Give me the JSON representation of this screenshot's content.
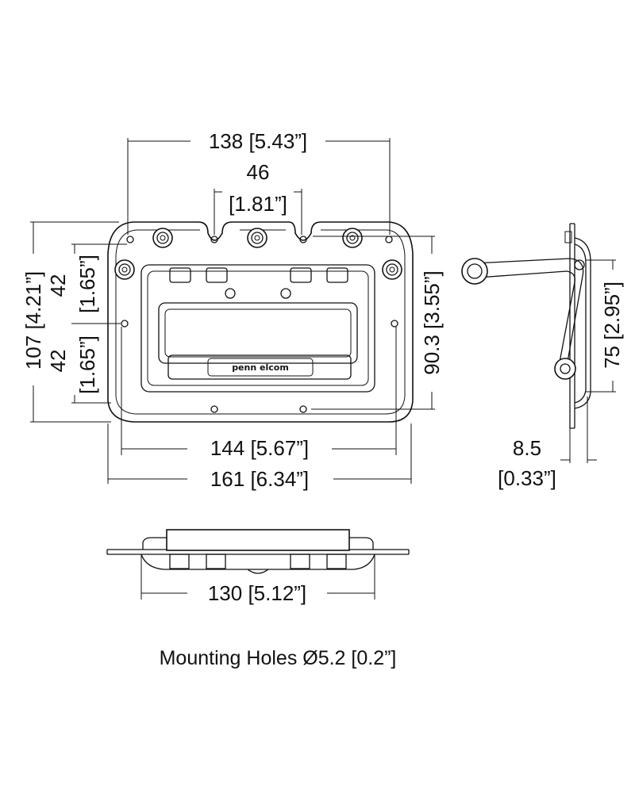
{
  "dimensions": {
    "top_width": "138 [5.43”]",
    "center_spacing_value": "46",
    "center_spacing_inch": "[1.81”]",
    "overall_height": "107 [4.21”]",
    "upper_spacing_value": "42",
    "upper_spacing_inch": "[1.65”]",
    "lower_spacing_value": "42",
    "lower_spacing_inch": "[1.65”]",
    "right_height": "90.3 [3.55”]",
    "inner_width": "144 [5.67”]",
    "overall_width": "161 [6.34”]",
    "side_height": "75 [2.95”]",
    "depth_value": "8.5",
    "depth_inch": "[0.33”]",
    "bottom_width": "130 [5.12”]"
  },
  "logo": {
    "text": "penn elcom"
  },
  "caption": "Mounting Holes Ø5.2 [0.2”]"
}
